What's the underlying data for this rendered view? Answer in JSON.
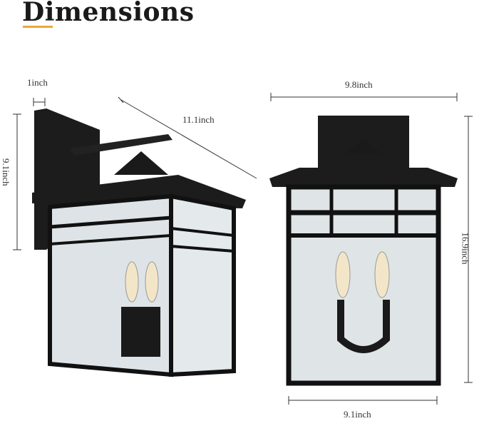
{
  "header": {
    "title": "Dimensions",
    "accent_color": "#e8a93a"
  },
  "dimensions": {
    "depth_backplate": "1inch",
    "extension": "11.1inch",
    "side_height": "9.1inch",
    "top_width": "9.8inch",
    "front_height": "16.9inch",
    "bottom_width": "9.1inch"
  }
}
